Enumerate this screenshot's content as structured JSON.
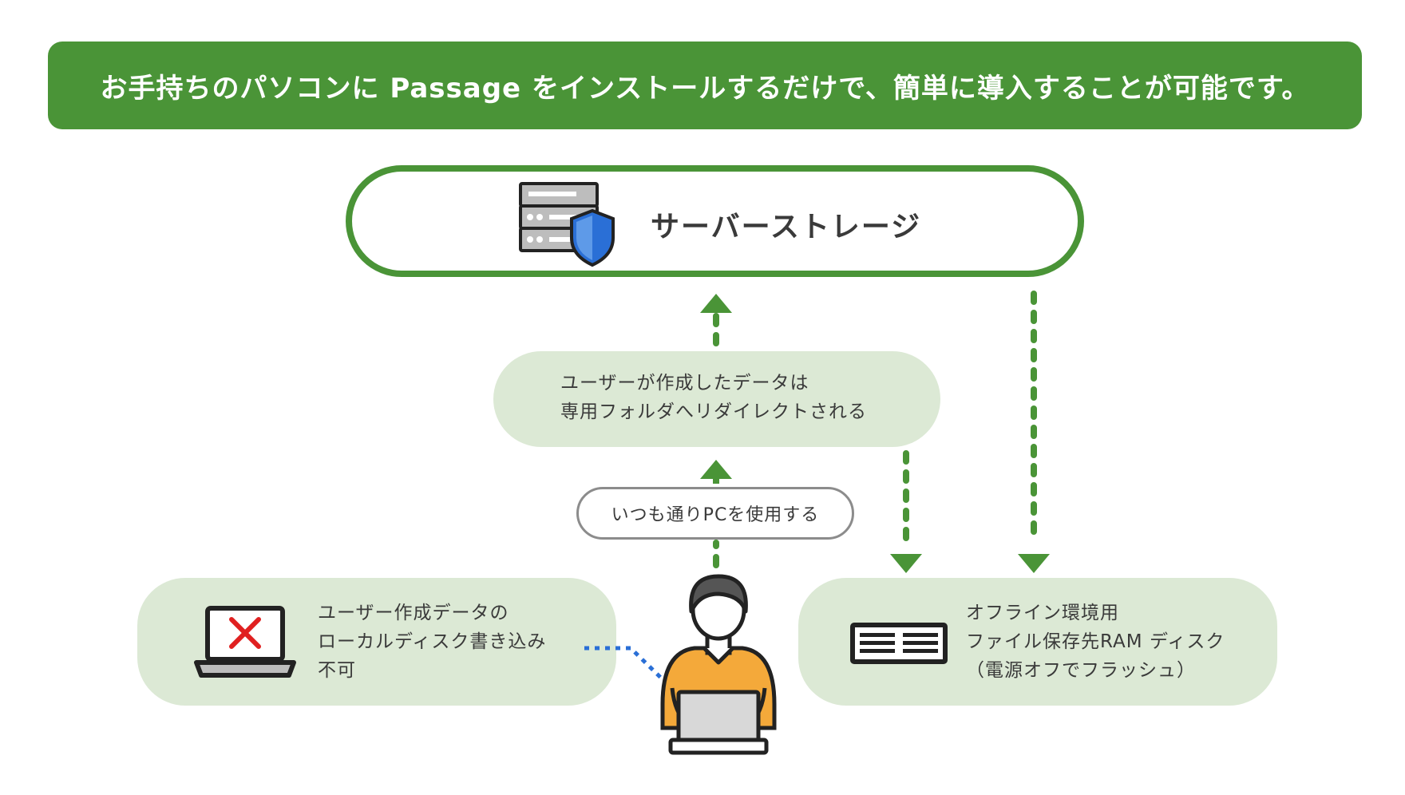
{
  "banner": {
    "text": "お手持ちのパソコンに Passage をインストールするだけで、簡単に導入することが可能です。"
  },
  "server": {
    "title": "サーバーストレージ"
  },
  "redirect": {
    "lines": [
      "ユーザーが作成したデータは",
      "専用フォルダへリダイレクトされる"
    ]
  },
  "usage": {
    "text": "いつも通りPCを使用する"
  },
  "local_disk": {
    "lines": [
      "ユーザー作成データの",
      "ローカルディスク書き込み",
      "不可"
    ]
  },
  "ram_disk": {
    "lines": [
      "オフライン環境用",
      "ファイル保存先RAM ディスク",
      "（電源オフでフラッシュ）"
    ]
  },
  "colors": {
    "green": "#4a9437",
    "light_green": "#dce9d5",
    "blue": "#2a6fd6",
    "red": "#e02020",
    "orange": "#f4a93a"
  },
  "icons": [
    "server-icon",
    "shield-icon",
    "laptop-x-icon",
    "ram-disk-icon",
    "user-icon"
  ]
}
